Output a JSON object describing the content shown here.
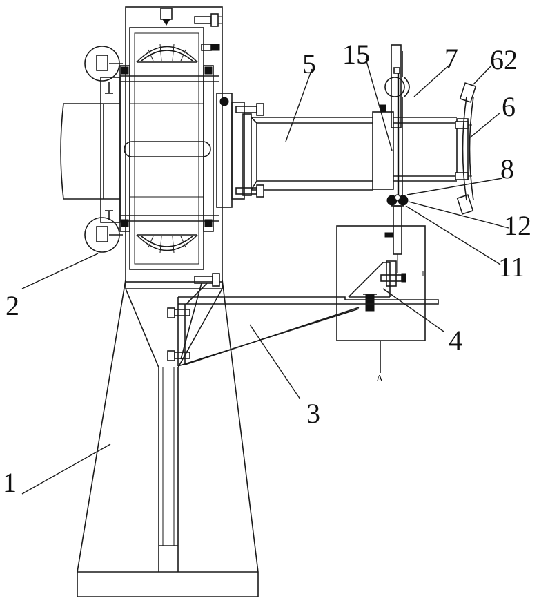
{
  "labels": {
    "l1": "1",
    "l2": "2",
    "l3": "3",
    "l4": "4",
    "l5": "5",
    "l6": "6",
    "l7": "7",
    "l8": "8",
    "l11": "11",
    "l12": "12",
    "l15": "15",
    "l62": "62",
    "section_mark": "A"
  },
  "colors": {
    "line": "#1a1a1a",
    "background": "#ffffff"
  }
}
